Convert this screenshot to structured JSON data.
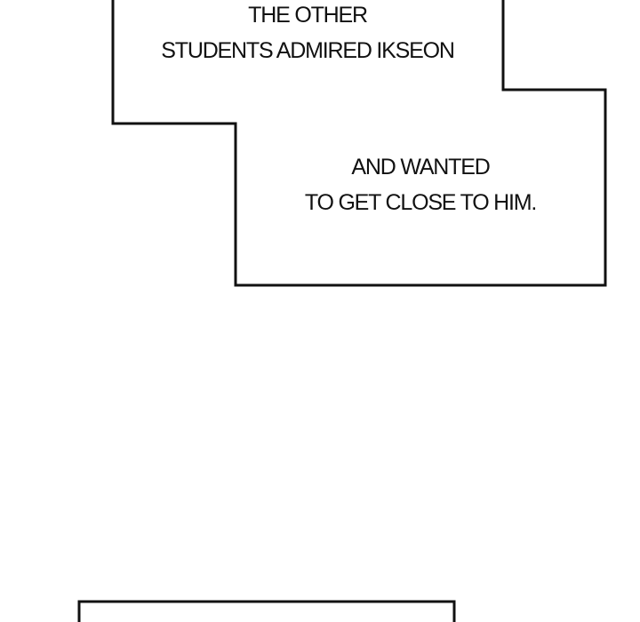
{
  "captions": {
    "first": {
      "line1": "THE OTHER",
      "line2": "STUDENTS ADMIRED IKSEON"
    },
    "second": {
      "line1": "AND WANTED",
      "line2": "TO GET CLOSE TO HIM."
    }
  },
  "colors": {
    "background": "#ffffff",
    "border": "#111111",
    "text": "#111111"
  }
}
